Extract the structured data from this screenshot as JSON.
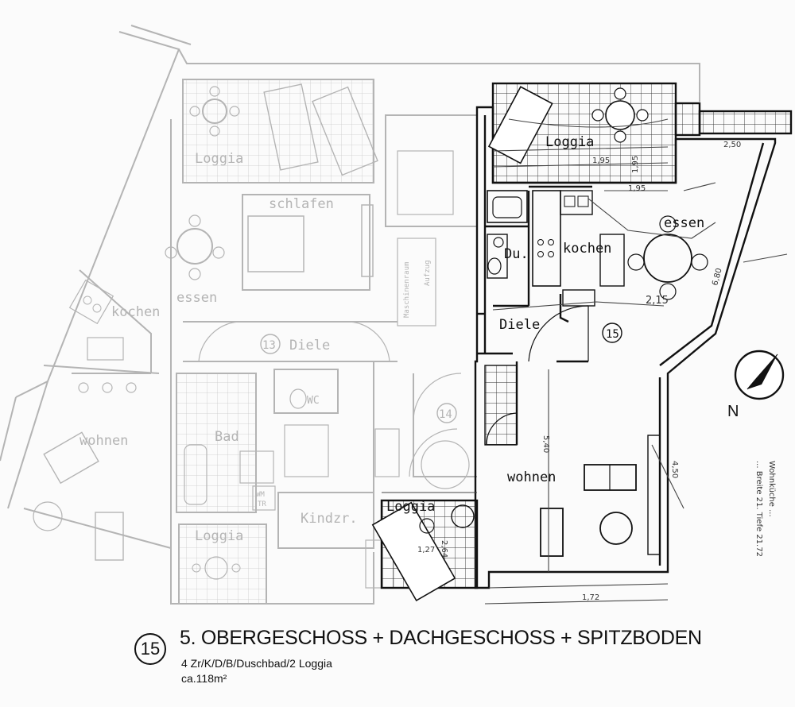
{
  "labels": {
    "loggia_left": "Loggia",
    "schlafen": "schlafen",
    "essen_left": "essen",
    "kochen_left": "kochen",
    "unit13": "13",
    "diele_13": "Diele",
    "wohnen_left": "wohnen",
    "bad": "Bad",
    "wc": "WC",
    "unit14": "14",
    "kindzr": "Kindzr.",
    "loggia_lower_left": "Loggia",
    "wm_tr_1": "WM",
    "wm_tr_2": "TR",
    "maschinenraum": "Maschinenraum",
    "aufzug": "Aufzug",
    "loggia_top": "Loggia",
    "essen_right": "essen",
    "du": "Du.",
    "kochen_right": "kochen",
    "diele_15": "Diele",
    "unit15": "15",
    "wohnen_right": "wohnen",
    "loggia_lower": "Loggia",
    "north": "N"
  },
  "handwritten": {
    "d1": "1,95",
    "d2": "1,95",
    "d3": "1,95",
    "d4": "2,50",
    "d5": "6,80",
    "d6": "2,15",
    "d7": "5,40",
    "d8": "4,50",
    "d9": "2,64",
    "d10": "1,27",
    "d11": "1,72",
    "note1": "Wohnküche ... ",
    "note2": "... Breite 21. Tiefe 21.72"
  },
  "caption": {
    "unit_number": "15",
    "title": "5. OBERGESCHOSS + DACHGESCHOSS + SPITZBODEN",
    "rooms": "4 Zr/K/D/B/Duschbad/2 Loggia",
    "area": "ca.118m²"
  },
  "colors": {
    "faded": "#b4b4b4",
    "ink": "#111111",
    "sketch": "#444444"
  }
}
